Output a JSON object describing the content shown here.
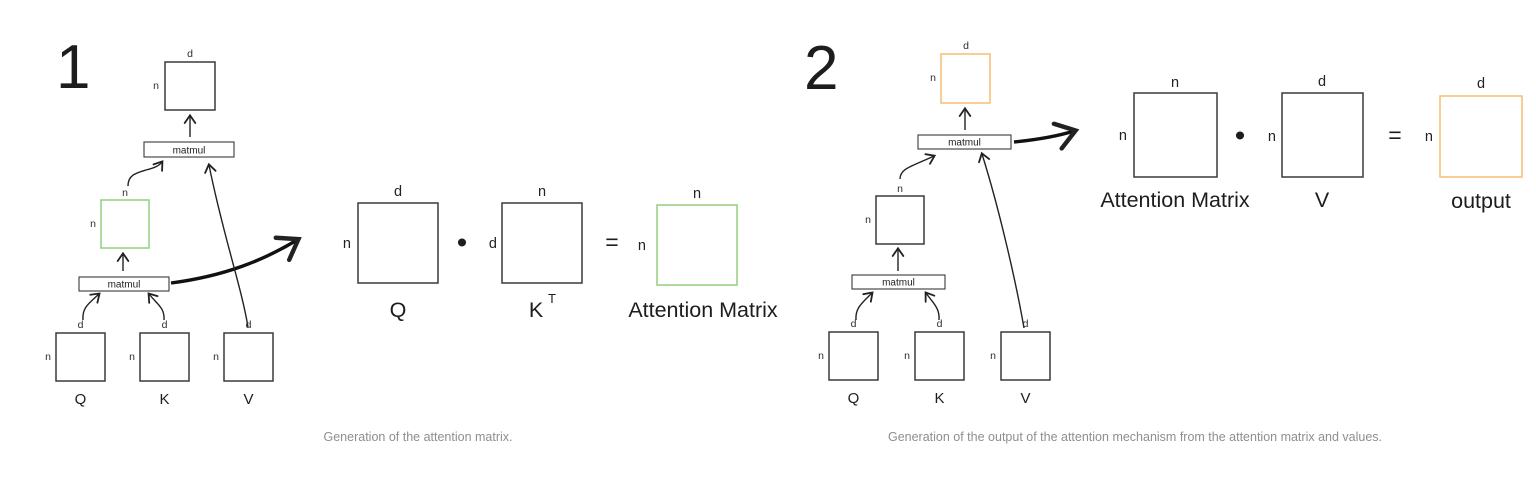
{
  "colors": {
    "outline": "#3a3a3a",
    "green": "#93cf7d",
    "orange": "#f6bd74",
    "caption": "#8e8e93"
  },
  "panel1": {
    "number": "1",
    "caption": "Generation of the attention matrix.",
    "flow": {
      "matmul_upper": "matmul",
      "matmul_lower": "matmul",
      "result": {
        "top": "d",
        "left": "n"
      },
      "attention": {
        "top": "n",
        "left": "n"
      },
      "inputs": [
        {
          "label": "Q",
          "top": "d",
          "left": "n"
        },
        {
          "label": "K",
          "top": "d",
          "left": "n"
        },
        {
          "label": "V",
          "top": "d",
          "left": "n"
        }
      ]
    },
    "equation": {
      "a": {
        "label": "Q",
        "top": "d",
        "left": "n"
      },
      "operator": "•",
      "b": {
        "label": "K",
        "sup": "T",
        "top": "n",
        "left": "d"
      },
      "equals": "=",
      "c": {
        "label": "Attention Matrix",
        "top": "n",
        "left": "n"
      }
    }
  },
  "panel2": {
    "number": "2",
    "caption": "Generation of the output of the attention mechanism from the attention matrix and values.",
    "flow": {
      "matmul_upper": "matmul",
      "matmul_lower": "matmul",
      "result": {
        "top": "d",
        "left": "n"
      },
      "attention": {
        "top": "n",
        "left": "n"
      },
      "inputs": [
        {
          "label": "Q",
          "top": "d",
          "left": "n"
        },
        {
          "label": "K",
          "top": "d",
          "left": "n"
        },
        {
          "label": "V",
          "top": "d",
          "left": "n"
        }
      ]
    },
    "equation": {
      "a": {
        "label": "Attention Matrix",
        "top": "n",
        "left": "n"
      },
      "operator": "•",
      "b": {
        "label": "V",
        "top": "d",
        "left": "n"
      },
      "equals": "=",
      "c": {
        "label": "output",
        "top": "d",
        "left": "n"
      }
    }
  }
}
